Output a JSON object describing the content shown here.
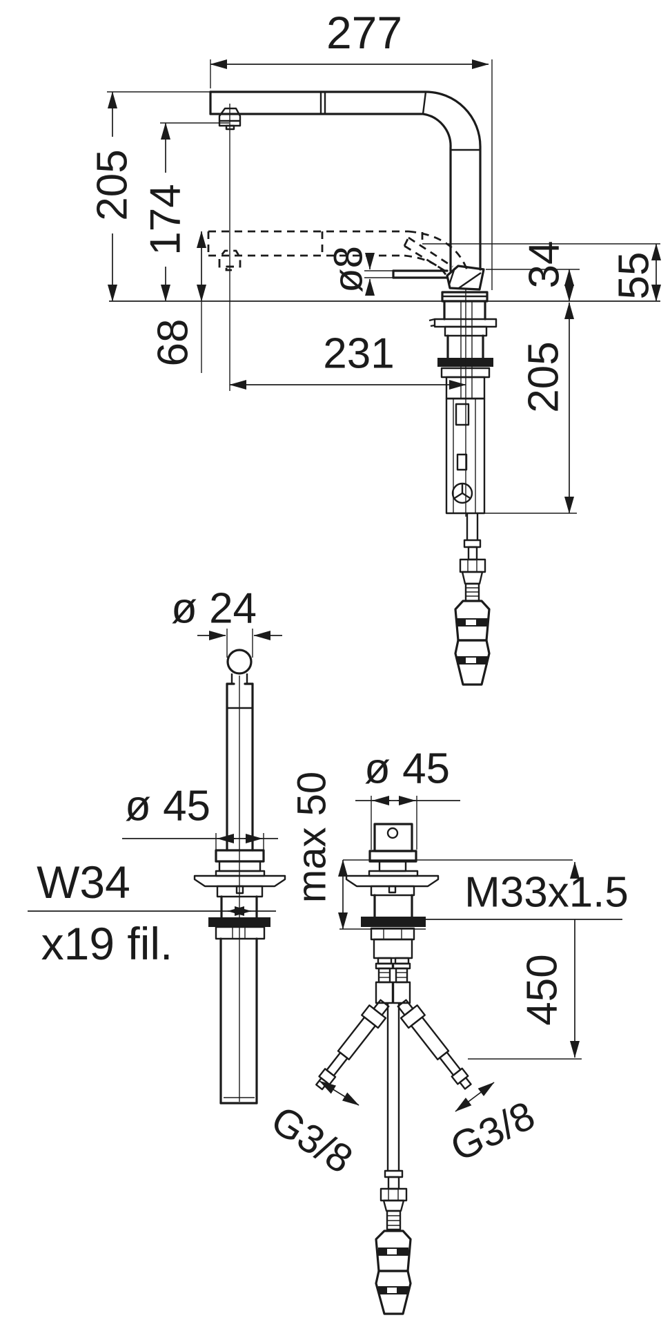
{
  "drawing": {
    "type": "technical-installation-diagram",
    "subject": "kitchen mixer tap with pull-out spout, side elevation and mounting details",
    "ink_color": "#1b1b1b",
    "background_color": "#ffffff"
  },
  "labels": {
    "spout_reach": "277",
    "height_total": "205",
    "height_spout_outlet": "174",
    "height_lowered_spout": "68",
    "lever_rod_diameter": "ø8",
    "reach_to_body_axis": "231",
    "body_top_above_deck": "34",
    "lever_top_above_deck": "55",
    "under_counter_depth": "205",
    "handle_rod_diameter": "ø 24",
    "handle_flange_diameter": "ø 45",
    "handle_thread_line1": "W34",
    "handle_thread_line2": "x19 fil.",
    "body_flange_diameter": "ø 45",
    "max_counter_thickness": "max 50",
    "body_thread": "M33x1.5",
    "supply_hose_length": "450",
    "supply_connection_left": "G3/8",
    "supply_connection_right": "G3/8"
  }
}
